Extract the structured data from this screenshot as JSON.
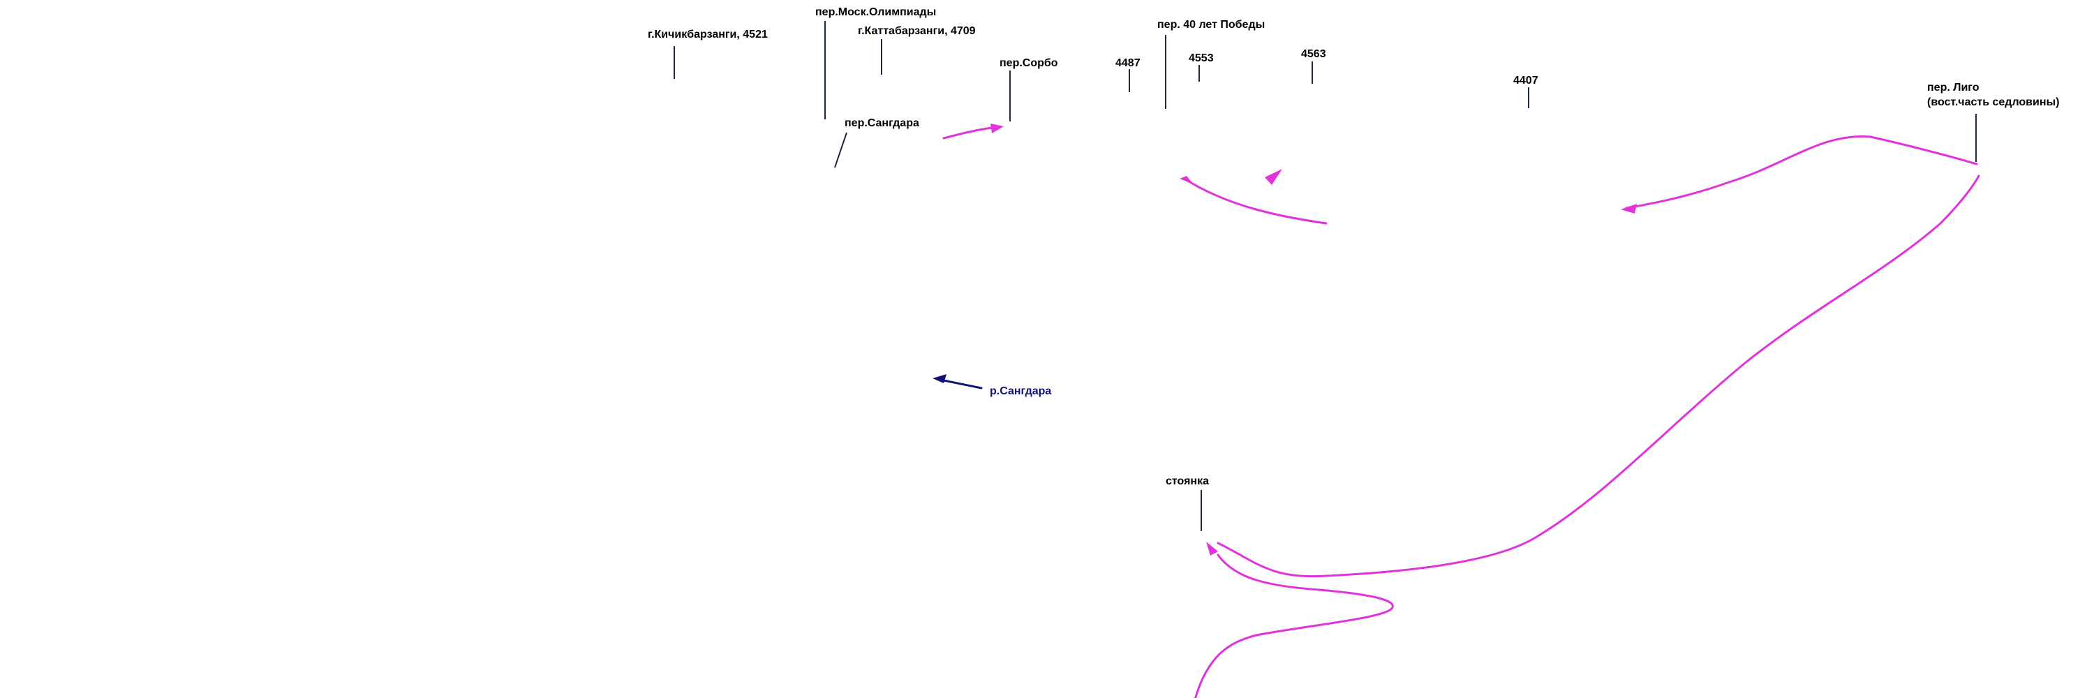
{
  "colors": {
    "route": "#e133dc",
    "pin": "#1f2a44",
    "label": "#000000",
    "river": "#0f1378",
    "background": "#ffffff"
  },
  "features": {
    "kichikbarzangi": "г.Кичикбарзанги, 4521",
    "pass_mosk_olympics": "пер.Моск.Олимпиады",
    "kattabarzangi": "г.Каттабарзанги,  4709",
    "pass_sorbo": "пер.Сорбо",
    "pass_sangdara": "пер.Сангдара",
    "peak_4487": "4487",
    "pass_40_years_victory": "пер. 40 лет Победы",
    "peak_4553": "4553",
    "peak_4563": "4563",
    "peak_4407": "4407",
    "pass_ligo_line1": "пер. Лиго",
    "pass_ligo_line2": "(вост.часть седловины)",
    "river_sangdara": "р.Сангдара",
    "camp": "стоянка"
  }
}
